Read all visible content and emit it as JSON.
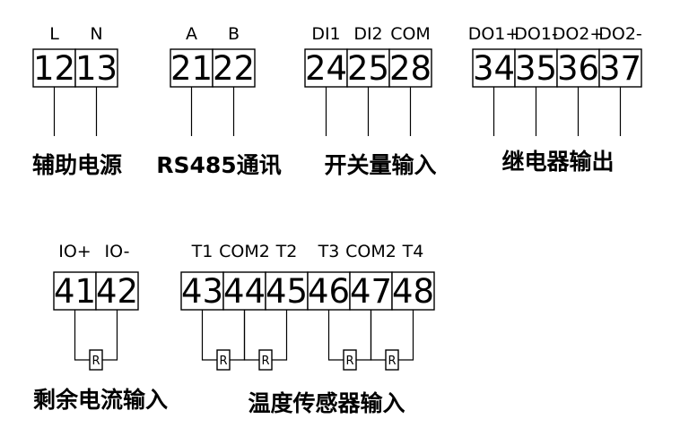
{
  "groups": [
    {
      "id": "aux-power",
      "terminals": [
        "12",
        "13"
      ],
      "pins": [
        "L",
        "N"
      ],
      "caption": "辅助电源"
    },
    {
      "id": "rs485",
      "terminals": [
        "21",
        "22"
      ],
      "pins": [
        "A",
        "B"
      ],
      "caption": "RS485通讯"
    },
    {
      "id": "switch-input",
      "terminals": [
        "24",
        "25",
        "28"
      ],
      "pins": [
        "DI1",
        "DI2",
        "COM"
      ],
      "caption": "开关量输入"
    },
    {
      "id": "relay-output",
      "terminals": [
        "34",
        "35",
        "36",
        "37"
      ],
      "pins": [
        "DO1+",
        "DO1-",
        "DO2+",
        "DO2-"
      ],
      "caption": "继电器输出"
    },
    {
      "id": "residual-current",
      "terminals": [
        "41",
        "42"
      ],
      "pins": [
        "IO+",
        "IO-"
      ],
      "caption": "剩余电流输入"
    },
    {
      "id": "temperature",
      "terminals": [
        "43",
        "44",
        "45",
        "46",
        "47",
        "48"
      ],
      "pins": [
        "T1",
        "COM2",
        "T2",
        "T3",
        "COM2",
        "T4"
      ],
      "caption": "温度传感器输入"
    }
  ],
  "resistor_label": "R"
}
